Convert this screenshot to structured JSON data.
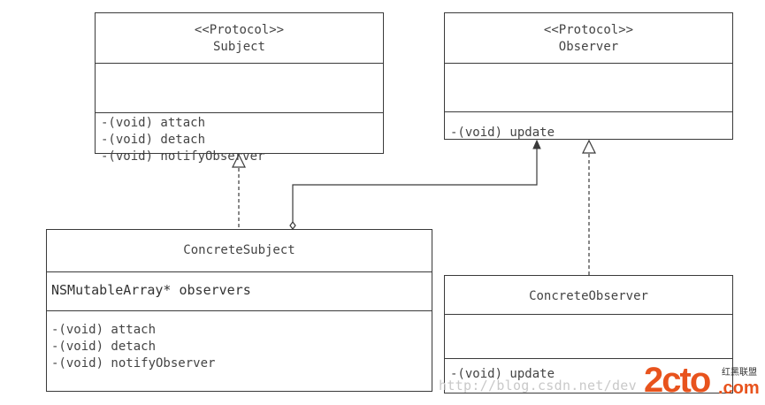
{
  "classes": {
    "subject": {
      "stereotype": "<<Protocol>>",
      "name": "Subject",
      "operations": [
        "-(void) attach",
        "-(void) detach",
        "-(void) notifyObserver"
      ]
    },
    "observer": {
      "stereotype": "<<Protocol>>",
      "name": "Observer",
      "operations": [
        "-(void) update"
      ]
    },
    "concrete_subject": {
      "name": "ConcreteSubject",
      "attributes": [
        "NSMutableArray* observers"
      ],
      "operations": [
        "-(void) attach",
        "-(void) detach",
        "-(void) notifyObserver"
      ]
    },
    "concrete_observer": {
      "name": "ConcreteObserver",
      "operations": [
        "-(void) update"
      ]
    }
  },
  "relationships": [
    {
      "type": "realization",
      "from": "ConcreteSubject",
      "to": "Subject"
    },
    {
      "type": "realization",
      "from": "ConcreteObserver",
      "to": "Observer"
    },
    {
      "type": "aggregation",
      "from": "ConcreteSubject",
      "to": "Observer"
    }
  ],
  "watermark": {
    "url": "http://blog.csdn.net/dev",
    "logo_main": "2cto",
    "logo_sub": "红黑联盟",
    "logo_tld": ".com"
  },
  "colors": {
    "line": "#3a3a3a",
    "text": "#444444",
    "logo": "#e8531d"
  }
}
